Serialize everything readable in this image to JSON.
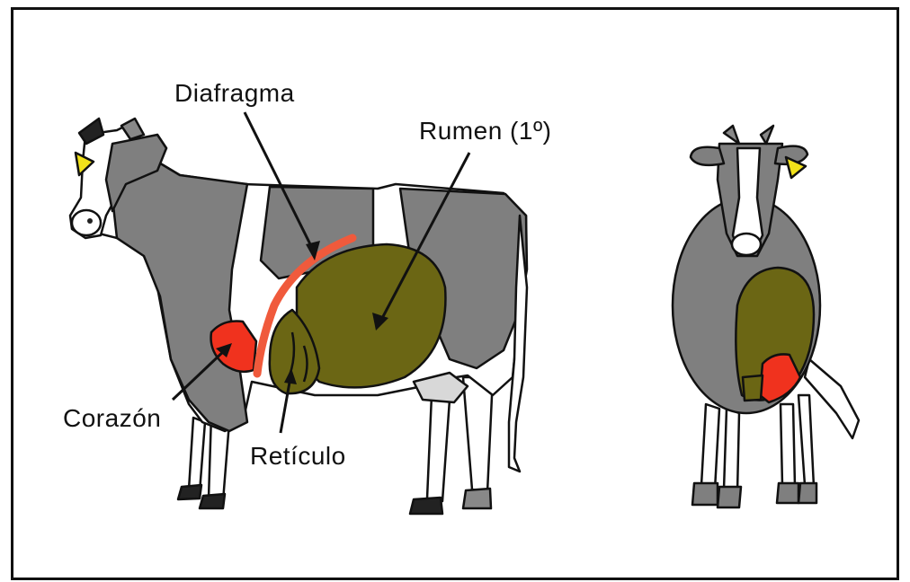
{
  "labels": {
    "diafragma": "Diafragma",
    "rumen": "Rumen (1º)",
    "corazon": "Corazón",
    "reticulo": "Retículo"
  },
  "colors": {
    "body_gray": "#7f7f7f",
    "white": "#ffffff",
    "organ_olive": "#6b6614",
    "heart_red": "#f0321e",
    "diaphragm_red": "#f05a3c",
    "ear_tag_yellow": "#f2e21a",
    "outline": "#111111"
  },
  "icons": {
    "side_view": "cow-side-view",
    "front_view": "cow-front-view"
  }
}
